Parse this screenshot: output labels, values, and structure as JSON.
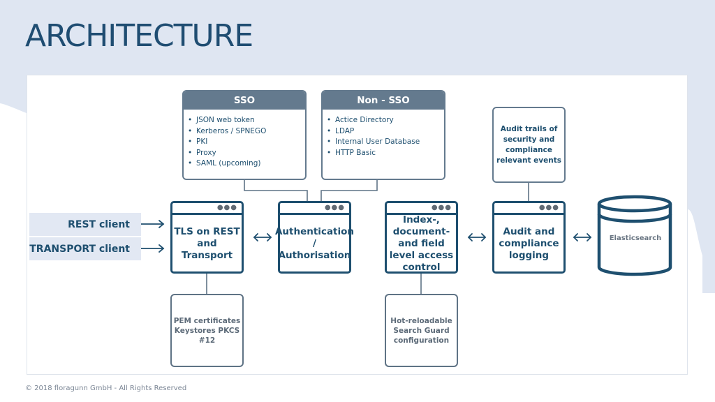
{
  "slide": {
    "title": "ARCHITECTURE",
    "footer": "© 2018 floragunn GmbH - All Rights Reserved"
  },
  "colors": {
    "primary": "#1e4f6f",
    "header_gray": "#647a8e",
    "band": "#dfe6f2",
    "client_bg": "#e2e8f3"
  },
  "sso": {
    "title": "SSO",
    "items": [
      "JSON web token",
      "Kerberos / SPNEGO",
      "PKI",
      "Proxy",
      "SAML (upcoming)"
    ]
  },
  "non_sso": {
    "title": "Non - SSO",
    "items": [
      "Actice Directory",
      "LDAP",
      "Internal User Database",
      "HTTP Basic"
    ]
  },
  "audit_trails": {
    "text": "Audit trails of security and compliance relevant events"
  },
  "clients": {
    "rest": "REST client",
    "transport": "TRANSPORT client"
  },
  "pipeline": {
    "window_dots": "●●●",
    "tls": "TLS on REST and Transport",
    "auth": "Authentication / Authorisation",
    "access": "Index-, document- and field level access control",
    "audit": "Audit and compliance logging"
  },
  "elasticsearch": {
    "label": "Elasticsearch"
  },
  "pem": {
    "text": "PEM certificates Keystores PKCS #12"
  },
  "hot_reload": {
    "text": "Hot-reloadable Search Guard configuration"
  }
}
